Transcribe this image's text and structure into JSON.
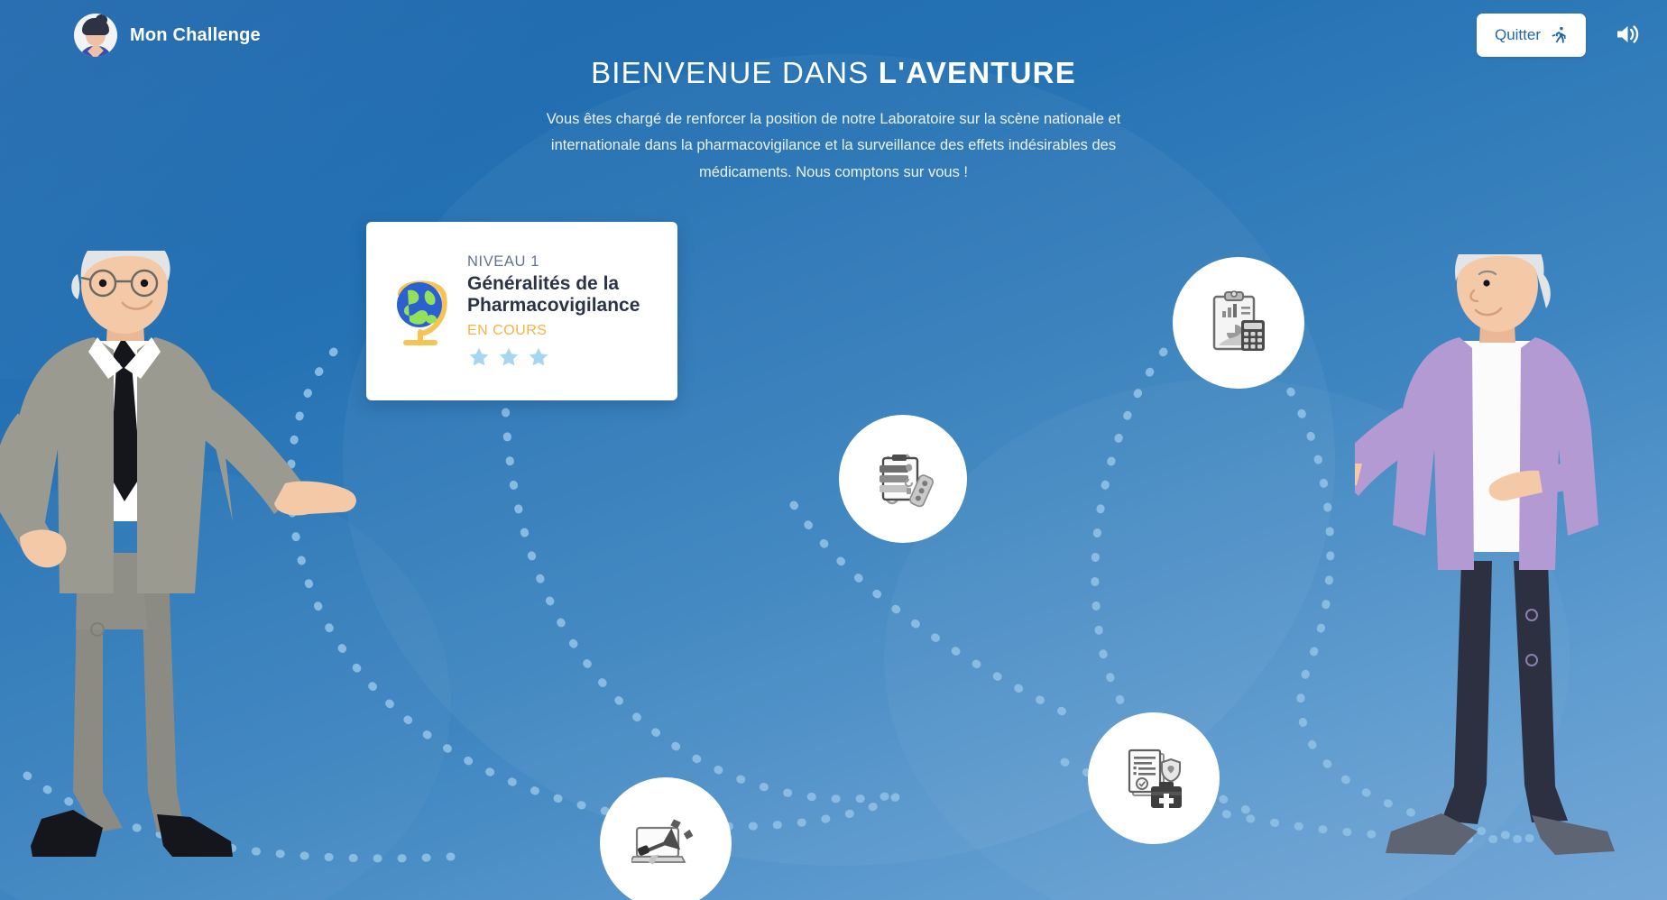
{
  "header": {
    "brand_name": "Mon Challenge",
    "avatar_icon": "user-avatar-icon",
    "quit_label": "Quitter",
    "quit_icon": "running-person-icon",
    "sound_icon": "volume-on-icon"
  },
  "hero": {
    "title_light": "BIENVENUE DANS",
    "title_bold": "L'AVENTURE",
    "intro": "Vous êtes chargé de renforcer la position de notre Laboratoire sur la scène nationale et internationale dans la pharmacovigilance et la surveillance des effets indésirables des médicaments. Nous comptons sur vous !"
  },
  "level_card": {
    "level_label": "NIVEAU 1",
    "title": "Généralités de la Pharmacovigilance",
    "status": "EN COURS",
    "icon": "globe-icon",
    "stars_total": 3,
    "stars_earned": 0
  },
  "nodes": [
    {
      "id": "node-2",
      "icon": "clipboard-chart-calculator-icon",
      "state": "locked"
    },
    {
      "id": "node-3",
      "icon": "medical-clipboard-stethoscope-icon",
      "state": "locked"
    },
    {
      "id": "node-4",
      "icon": "documents-shield-medkit-icon",
      "state": "locked"
    },
    {
      "id": "node-5",
      "icon": "laptop-megaphone-icon",
      "state": "locked"
    }
  ],
  "characters": {
    "left": "elderly-man-pointing-illustration",
    "right": "elderly-woman-presenting-illustration"
  },
  "colors": {
    "background_top": "#1f68ad",
    "background_bottom": "#74a7d7",
    "card_background": "#ffffff",
    "status_orange": "#f5b342",
    "star_empty": "#a8d5f0",
    "title_navy": "#2b3446",
    "path_dots": "#8fc0e4"
  }
}
